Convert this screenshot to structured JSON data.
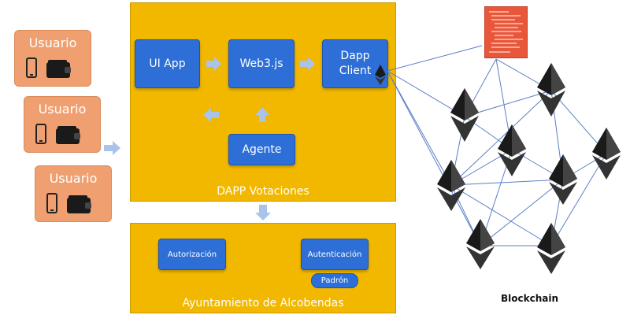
{
  "users": [
    {
      "label": "Usuario"
    },
    {
      "label": "Usuario"
    },
    {
      "label": "Usuario"
    }
  ],
  "dapp": {
    "title": "DAPP Votaciones",
    "ui_app": "UI App",
    "web3": "Web3.js",
    "client_line1": "Dapp",
    "client_line2": "Client",
    "agent": "Agente"
  },
  "ayuntamiento": {
    "title": "Ayuntamiento de Alcobendas",
    "authorization": "Autorización",
    "authentication": "Autenticación",
    "census": "Padrón"
  },
  "blockchain": {
    "label": "Blockchain"
  },
  "colors": {
    "user_card": "#f0a070",
    "container": "#f2b800",
    "box": "#2d6fd6",
    "arrow": "#a9c4e8",
    "contract": "#e8573a",
    "network_line": "#5b7fc4"
  }
}
